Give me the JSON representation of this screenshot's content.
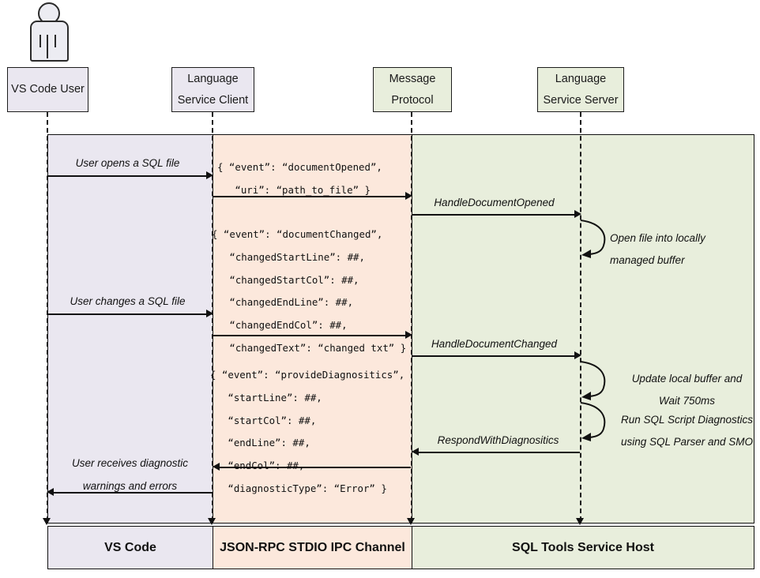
{
  "diagram": {
    "title": "SQL Tools Service sequence diagram",
    "colors": {
      "vscode_band": "#eae7f0",
      "ipc_band": "#fce8dc",
      "host_band": "#e8eedc",
      "stroke": "#111111"
    }
  },
  "actor": {
    "name": "vs-code-user-actor",
    "label": "VS Code User"
  },
  "lifelines": [
    {
      "id": "vs-code-user",
      "line1": "VS Code User",
      "line2": ""
    },
    {
      "id": "language-service-client",
      "line1": "Language",
      "line2": "Service Client"
    },
    {
      "id": "message-protocol",
      "line1": "Message",
      "line2": "Protocol"
    },
    {
      "id": "language-service-server",
      "line1": "Language",
      "line2": "Service Server"
    }
  ],
  "messages": [
    {
      "id": "user-opens-sql-file",
      "label": "User opens a SQL file",
      "direction": "right"
    },
    {
      "id": "handle-document-opened",
      "label": "HandleDocumentOpened",
      "direction": "right"
    },
    {
      "id": "user-changes-sql-file",
      "label": "User changes a SQL file",
      "direction": "right"
    },
    {
      "id": "handle-document-changed",
      "label": "HandleDocumentChanged",
      "direction": "right"
    },
    {
      "id": "respond-with-diagnositics",
      "label": "RespondWithDiagnositics",
      "direction": "left"
    },
    {
      "id": "user-receives-diagnostics",
      "label_line1": "User receives diagnostic",
      "label_line2": "warnings and errors",
      "direction": "left"
    }
  ],
  "payloads": [
    {
      "id": "document-opened-payload",
      "text": "{ “event”: “documentOpened”,\n   “uri”: “path_to_file” }"
    },
    {
      "id": "document-changed-payload",
      "text": "{ “event”: “documentChanged”,\n   “changedStartLine”: ##,\n   “changedStartCol”: ##,\n   “changedEndLine”: ##,\n   “changedEndCol”: ##,\n   “changedText”: “changed txt” }"
    },
    {
      "id": "provide-diagnositics-payload",
      "text": "{ “event”: “provideDiagnositics”,\n   “startLine”: ##,\n   “startCol”: ##,\n   “endLine”: ##,\n   “endCol”: ##,\n   “diagnosticType”: “Error” }"
    }
  ],
  "self_calls": [
    {
      "id": "open-file-into-buffer",
      "line1": "Open file into locally",
      "line2": "managed buffer"
    },
    {
      "id": "update-buffer-and-wait",
      "line1": "Update local buffer and",
      "line2": "Wait 750ms"
    },
    {
      "id": "run-sql-script-diagnostics",
      "line1": "Run SQL Script Diagnostics",
      "line2": "using SQL Parser and SMO"
    }
  ],
  "legend": [
    {
      "id": "legend-vs-code",
      "label": "VS Code"
    },
    {
      "id": "legend-ipc",
      "label": "JSON-RPC STDIO IPC Channel"
    },
    {
      "id": "legend-host",
      "label": "SQL Tools Service Host"
    }
  ]
}
